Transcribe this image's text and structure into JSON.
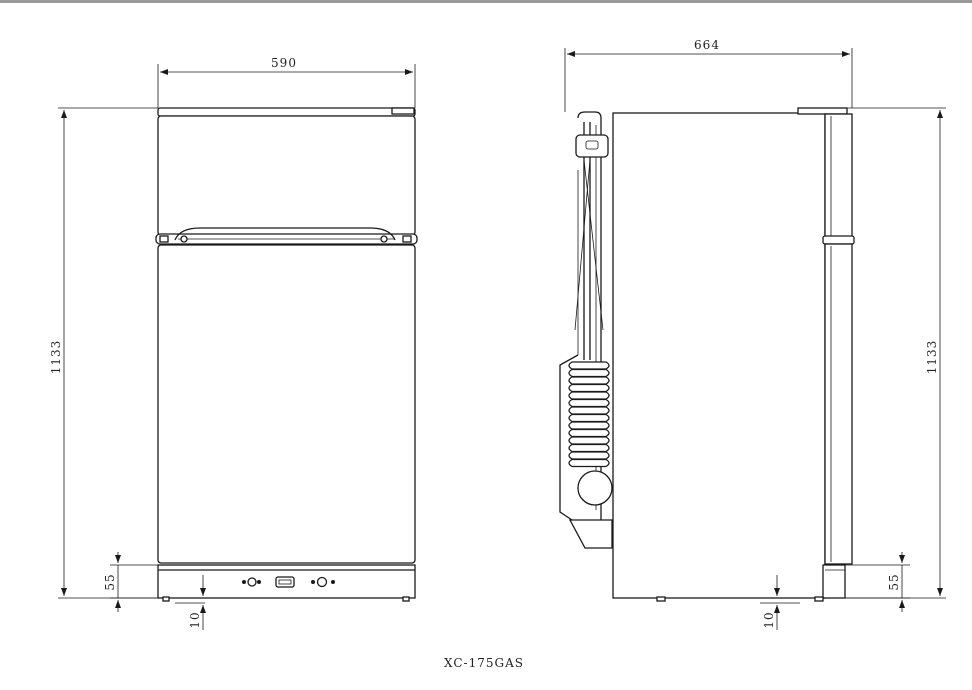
{
  "dimensions": {
    "front_width": "590",
    "side_depth": "664",
    "height_left": "1133",
    "height_right": "1133",
    "base_left": "55",
    "base_right": "55",
    "foot_left": "10",
    "foot_right": "10"
  },
  "model_label": "XC-175GAS",
  "colors": {
    "line": "#1a1a1a",
    "background": "#ffffff",
    "top_border": "#9a9a9a"
  }
}
